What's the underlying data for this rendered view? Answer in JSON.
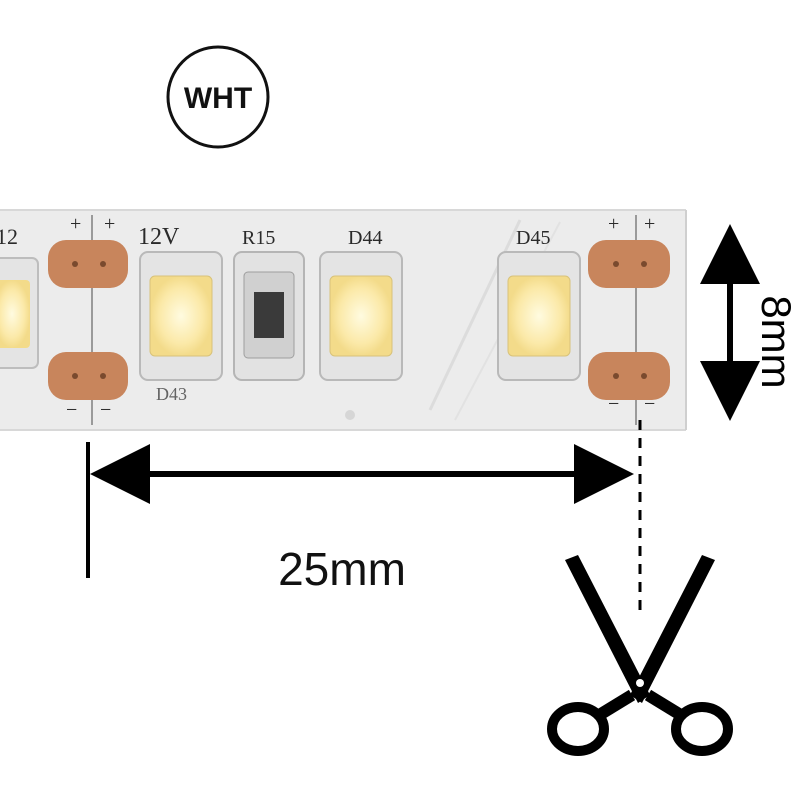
{
  "badge": {
    "text": "WHT"
  },
  "strip": {
    "voltage": "12V",
    "labels": {
      "left_partial": "12",
      "resistor": "R15",
      "led_d44": "D44",
      "led_d45": "D45",
      "led_d43": "D43"
    },
    "plus": "+",
    "minus": "−",
    "colors": {
      "pcb": "#ececec",
      "pad": "#c8855c",
      "led": "#fff2b0",
      "led_frame": "#dcdcdc"
    }
  },
  "dimensions": {
    "length": "25mm",
    "width": "8mm"
  },
  "icons": {
    "cut": "scissors-icon"
  }
}
